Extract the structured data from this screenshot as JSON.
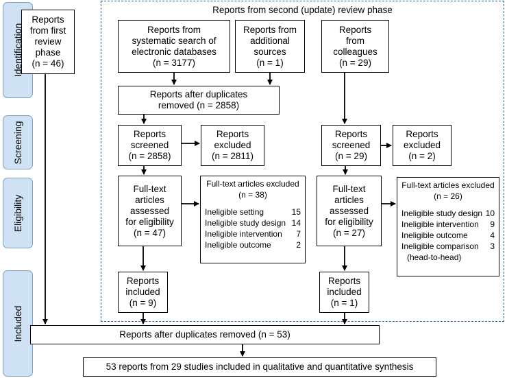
{
  "stages": [
    "Identification",
    "Screening",
    "Eligibility",
    "Included"
  ],
  "update_phase_title": "Reports from second (update) review phase",
  "first_phase": [
    "Reports",
    "from first",
    "review",
    "phase",
    "(n = 46)"
  ],
  "databases": [
    "Reports from",
    "systematic search of",
    "electronic databases",
    "(n = 3177)"
  ],
  "additional": [
    "Reports from",
    "additional",
    "sources",
    "(n = 1)"
  ],
  "colleagues": [
    "Reports",
    "from",
    "colleagues",
    "(n = 29)"
  ],
  "after_duplicates_left": [
    "Reports after duplicates",
    "removed (n = 2858)"
  ],
  "screened_left": [
    "Reports",
    "screened",
    "(n = 2858)"
  ],
  "excluded_left": [
    "Reports",
    "excluded",
    "(n = 2811)"
  ],
  "screened_right": [
    "Reports",
    "screened",
    "(n = 29)"
  ],
  "excluded_right": [
    "Reports",
    "excluded",
    "(n = 2)"
  ],
  "fulltext_left": [
    "Full-text",
    "articles",
    "assessed",
    "for eligibility",
    "(n = 47)"
  ],
  "fulltext_right": [
    "Full-text",
    "articles",
    "assessed",
    "for eligibility",
    "(n = 27)"
  ],
  "excl_left": {
    "title": [
      "Full-text articles excluded",
      "(n = 38)"
    ],
    "rows": [
      {
        "label": "Ineligible setting",
        "value": "15"
      },
      {
        "label": "Ineligible study design",
        "value": "14"
      },
      {
        "label": "Ineligible intervention",
        "value": "7"
      },
      {
        "label": "Ineligible outcome",
        "value": "2"
      }
    ]
  },
  "excl_right": {
    "title": [
      "Full-text articles excluded",
      "(n = 26)"
    ],
    "rows": [
      {
        "label": "Ineligible study design",
        "value": "10"
      },
      {
        "label": "Ineligible intervention",
        "value": "9"
      },
      {
        "label": "Ineligible outcome",
        "value": "4"
      },
      {
        "label": "Ineligible comparison",
        "value": "3"
      }
    ],
    "note": "(head-to-head)"
  },
  "included_left": [
    "Reports",
    "included",
    "(n = 9)"
  ],
  "included_right": [
    "Reports",
    "included",
    "(n = 1)"
  ],
  "after_duplicates_final": "Reports after duplicates removed (n = 53)",
  "final_synthesis": "53 reports from 29 studies included in qualitative and quantitative synthesis"
}
